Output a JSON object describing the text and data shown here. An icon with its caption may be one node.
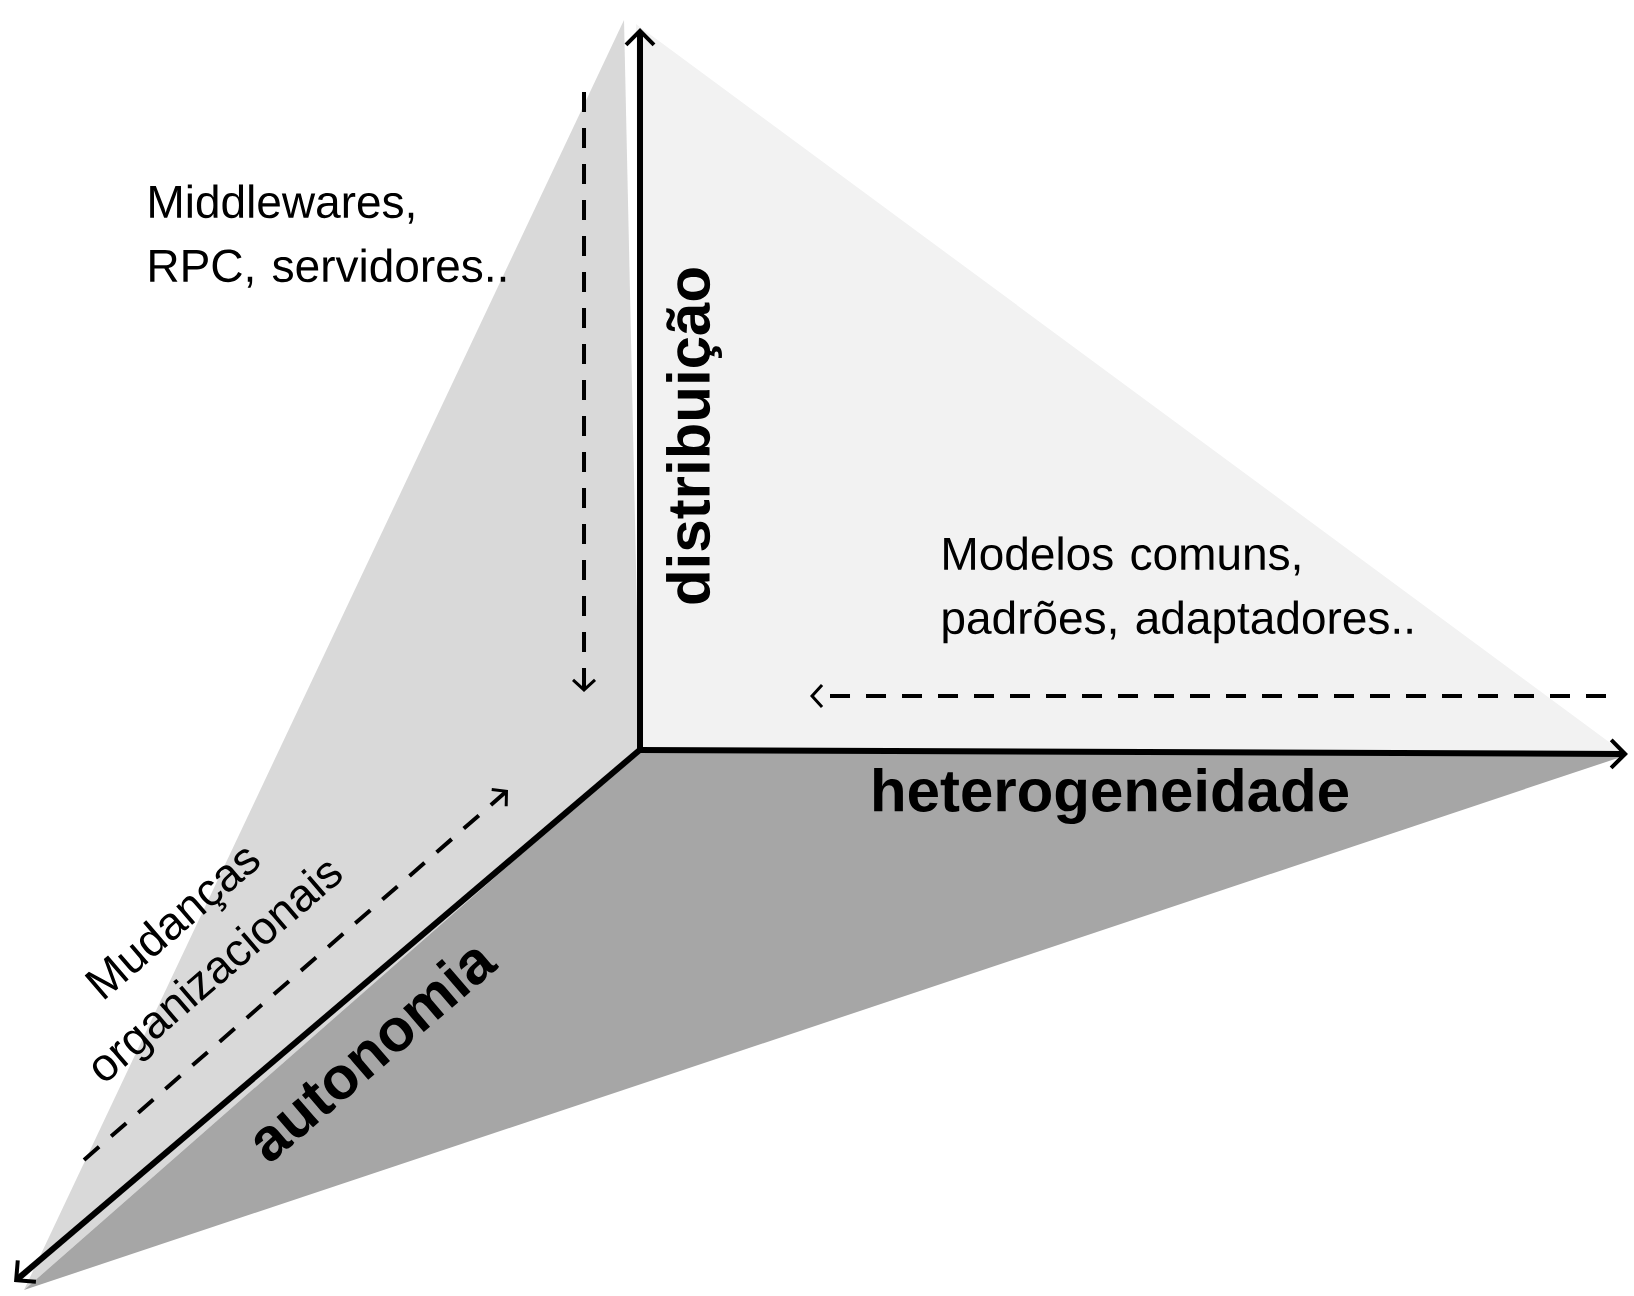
{
  "diagram": {
    "labels": [
      "distribuição",
      "Middlewares, RPC, servidores..",
      "Modelos comuns, padrões, adaptadores..",
      "heterogeneidade",
      "Mudanças organizacionais",
      "autonomia"
    ]
  }
}
